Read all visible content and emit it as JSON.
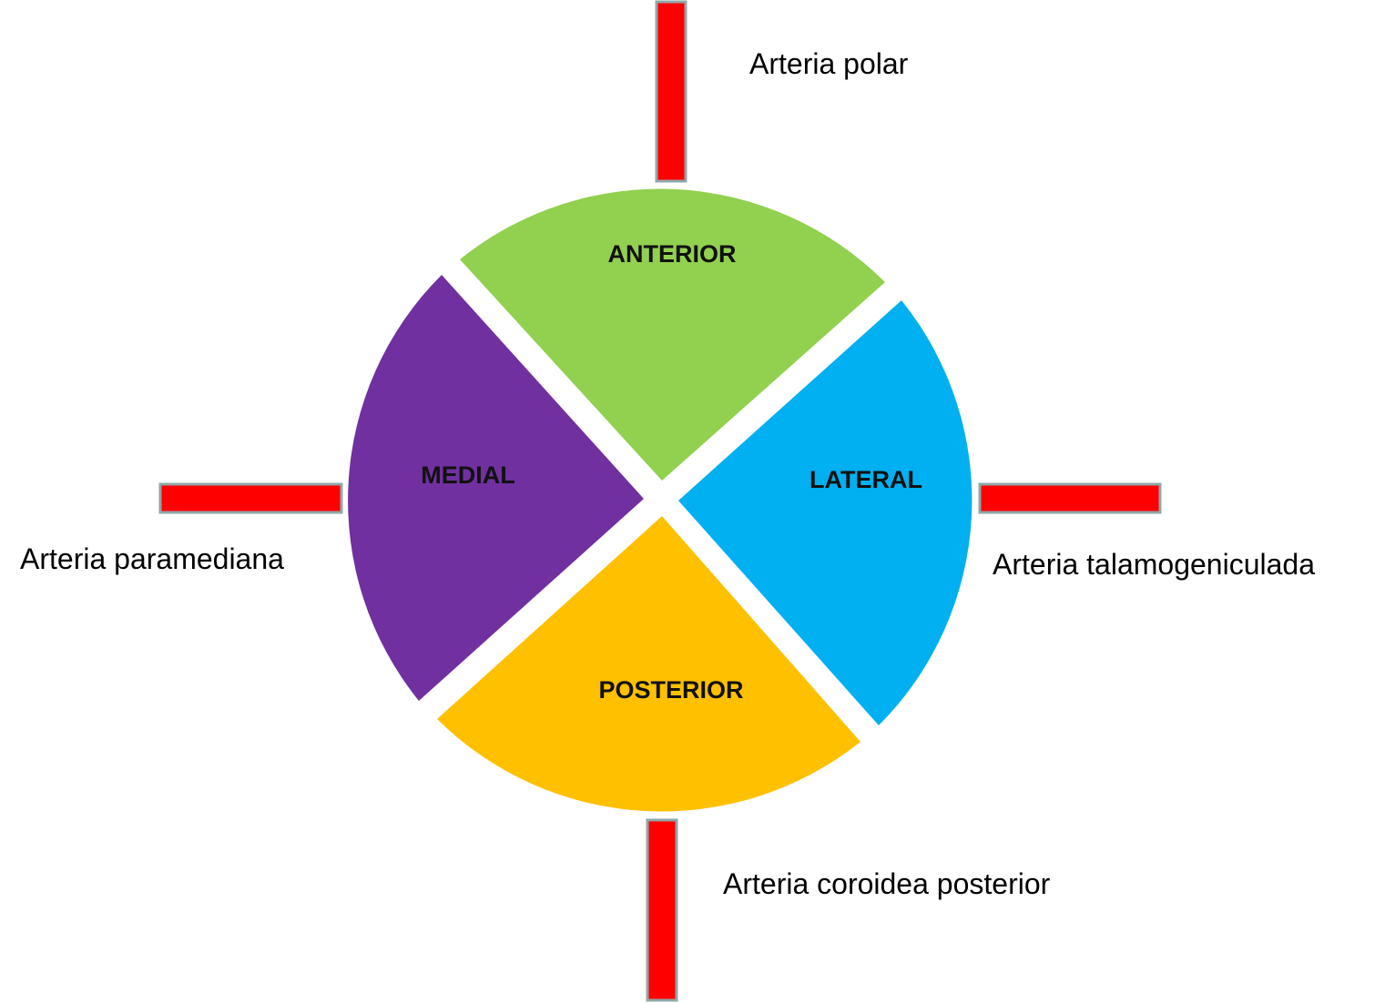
{
  "segments": {
    "anterior": {
      "label": "ANTERIOR",
      "color": "#92D050"
    },
    "lateral": {
      "label": "LATERAL",
      "color": "#00B0F0"
    },
    "posterior": {
      "label": "POSTERIOR",
      "color": "#FFC000"
    },
    "medial": {
      "label": "MEDIAL",
      "color": "#7030A0"
    }
  },
  "arteries": {
    "polar": "Arteria polar",
    "paramediana": "Arteria paramediana",
    "talamogeniculada": "Arteria talamogeniculada",
    "coroidea_posterior": "Arteria coroidea posterior"
  },
  "artery_color": "#FF0000"
}
